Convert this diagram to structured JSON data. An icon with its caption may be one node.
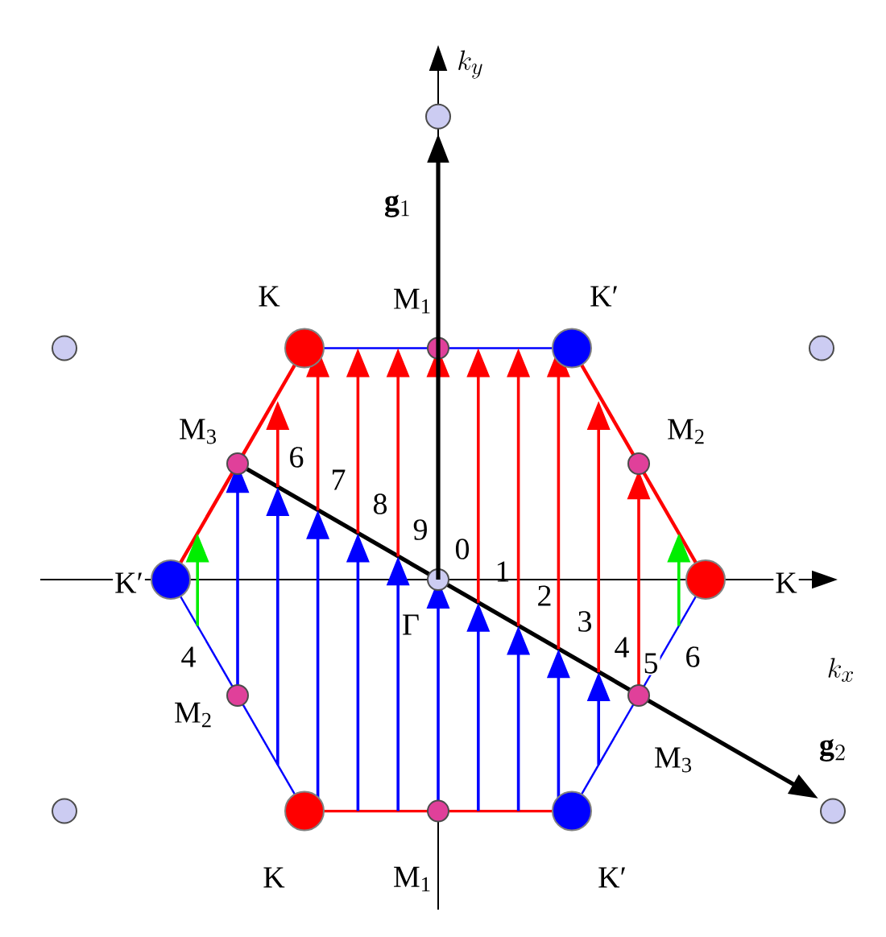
{
  "diagram": {
    "labels": [
      "k_y",
      "\\mathbf{g}_1",
      "K",
      "M$_{1}$",
      "K′",
      "M$_{3}$",
      "M$_{2}$",
      "6",
      "7",
      "8",
      "9",
      "0",
      "1",
      "K′",
      "K",
      "2",
      "Γ",
      "3",
      "4",
      "4",
      "5",
      "6",
      "k_x",
      "M$_{2}$",
      "M$_{3}$",
      "\\mathbf{g}_2",
      "K",
      "M$_{1}$",
      "K′"
    ]
  }
}
